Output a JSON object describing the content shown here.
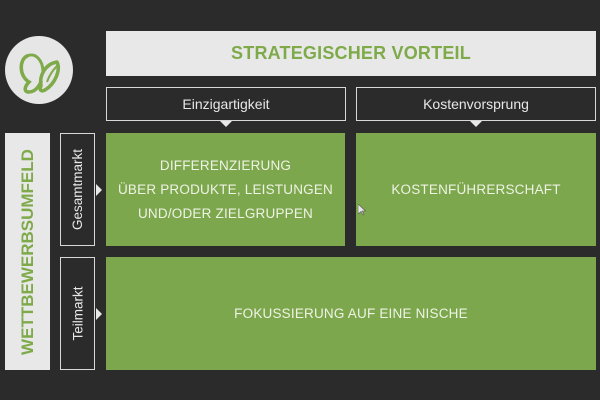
{
  "logo": {
    "icon": "butterfly-logo-icon",
    "colors": {
      "circle": "#e6e6e6",
      "mark": "#7eaa4a"
    }
  },
  "header": {
    "title": "STRATEGISCHER VORTEIL"
  },
  "columns": [
    {
      "label": "Einzigartigkeit"
    },
    {
      "label": "Kostenvorsprung"
    }
  ],
  "side": {
    "title": "WETTBEWERBSUMFELD"
  },
  "rows": [
    {
      "label": "Gesamtmarkt"
    },
    {
      "label": "Teilmarkt"
    }
  ],
  "cells": {
    "differenzierung": {
      "lines": [
        "DIFFERENZIERUNG",
        "ÜBER PRODUKTE, LEISTUNGEN",
        "UND/ODER ZIELGRUPPEN"
      ]
    },
    "kostenfuehrerschaft": {
      "text": "KOSTENFÜHRERSCHAFT"
    },
    "fokussierung": {
      "text": "FOKUSSIERUNG AUF EINE NISCHE"
    }
  },
  "colors": {
    "background": "#2b2b2b",
    "accent_green": "#7da74c",
    "light_panel": "#e8e8e8",
    "title_green": "#7eaa4a"
  }
}
